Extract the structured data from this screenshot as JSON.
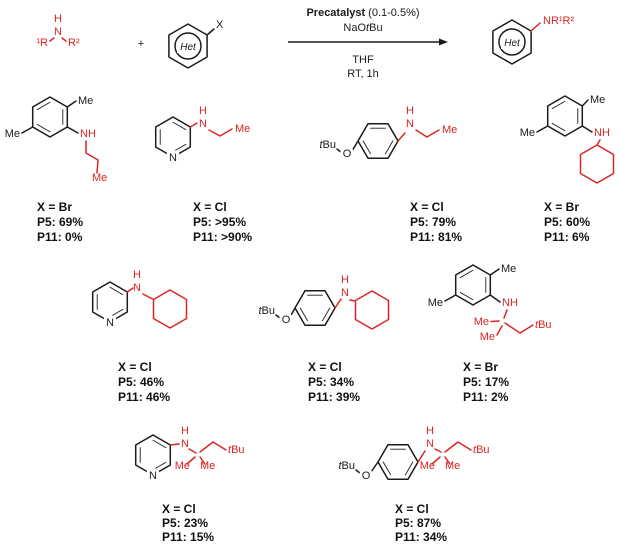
{
  "scheme": {
    "amine_r1": "¹R",
    "amine_n": "N",
    "amine_h": "H",
    "amine_r2": "R²",
    "plus": "+",
    "het": "Het",
    "halide_x": "X",
    "precatalyst": "Precatalyst",
    "precatalyst_loading": "(0.1-0.5%)",
    "base_nao": "NaO",
    "base_t": "t",
    "base_bu": "Bu",
    "solvent": "THF",
    "temp_time": "RT, 1h",
    "product": "NR¹R²"
  },
  "atoms": {
    "me": "Me",
    "nh": "NH",
    "n": "N",
    "h": "H",
    "o": "O",
    "t": "t",
    "bu": "Bu"
  },
  "products": [
    {
      "structure": "2,5-dimethylphenyl-NH-propyl",
      "halide": "X = Br",
      "p5": "P5: 69%",
      "p11": "P11: 0%"
    },
    {
      "structure": "pyridin-3-yl-NH-propyl",
      "halide": "X = Cl",
      "p5": "P5: >95%",
      "p11": "P11: >90%"
    },
    {
      "structure": "4-tBuO-phenyl-NH-propyl",
      "halide": "X = Cl",
      "p5": "P5: 79%",
      "p11": "P11: 81%"
    },
    {
      "structure": "2,5-dimethylphenyl-NH-cyclohexyl",
      "halide": "X = Br",
      "p5": "P5: 60%",
      "p11": "P11: 6%"
    },
    {
      "structure": "pyridin-3-yl-NH-cyclohexyl",
      "halide": "X = Cl",
      "p5": "P5: 46%",
      "p11": "P11: 46%"
    },
    {
      "structure": "4-tBuO-phenyl-NH-cyclohexyl",
      "halide": "X = Cl",
      "p5": "P5: 34%",
      "p11": "P11: 39%"
    },
    {
      "structure": "2,5-dimethylphenyl-NH-(1,1,3,3-tetramethylbutyl)",
      "halide": "X = Br",
      "p5": "P5: 17%",
      "p11": "P11: 2%"
    },
    {
      "structure": "pyridin-3-yl-NH-(1,1,3,3-tetramethylbutyl)",
      "halide": "X = Cl",
      "p5": "P5: 23%",
      "p11": "P11: 15%"
    },
    {
      "structure": "4-tBuO-phenyl-NH-(1,1,3,3-tetramethylbutyl)",
      "halide": "X = Cl",
      "p5": "P5: 87%",
      "p11": "P11: 34%"
    }
  ],
  "colors": {
    "fragment_red": "#dc2424",
    "bond_black": "#1b1b1b"
  }
}
